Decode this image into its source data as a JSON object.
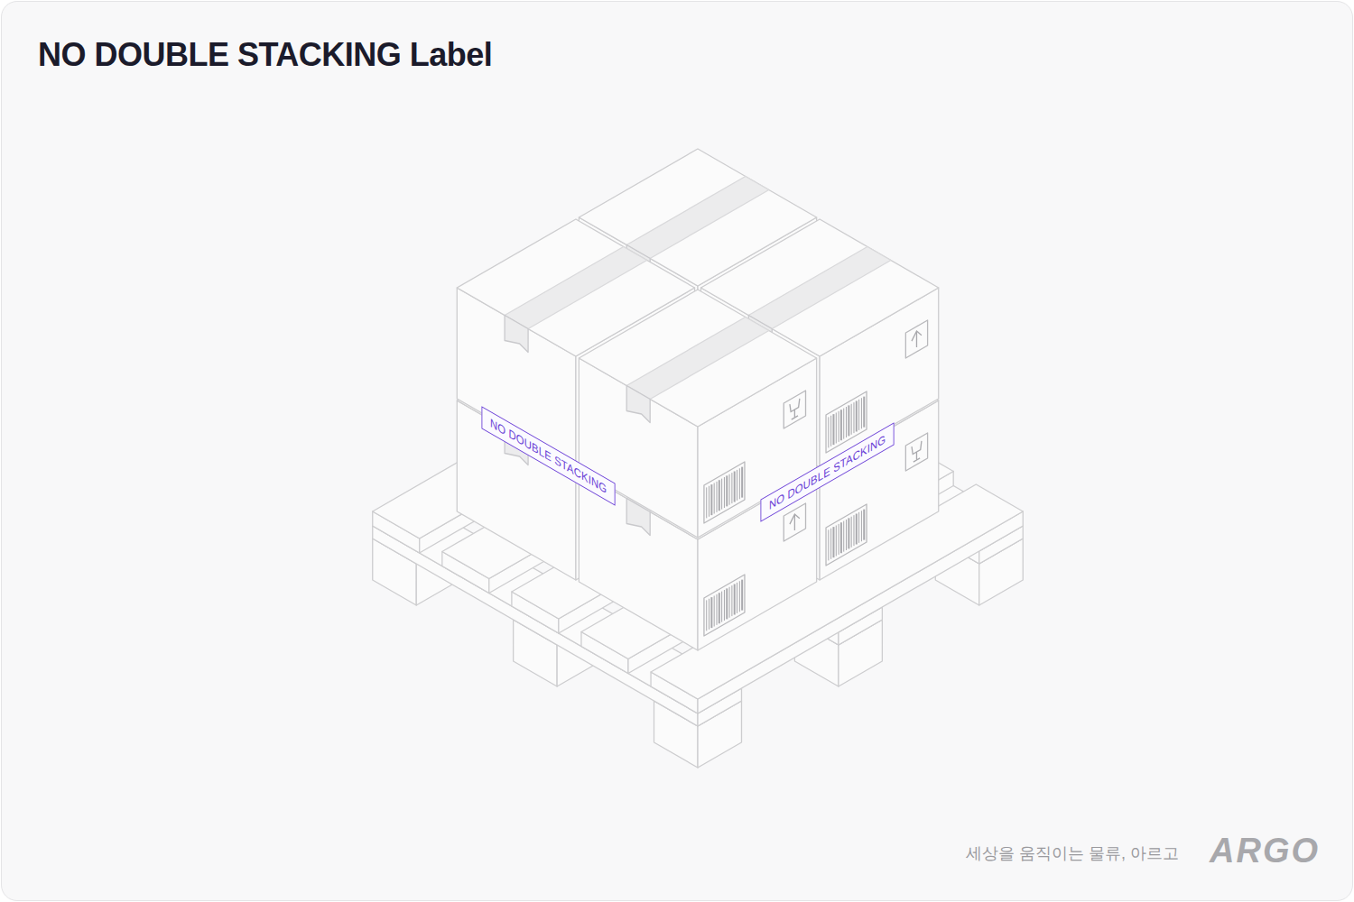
{
  "diagram": {
    "title": "NO DOUBLE STACKING Label",
    "nodes": [
      {
        "text": [
          "NO DOUBLE STACKING"
        ]
      },
      {
        "text": [
          "NO DOUBLE STACKING"
        ]
      }
    ],
    "labels": [
      "세상을 움직이는 물류, 아르고",
      "ARGO"
    ]
  }
}
